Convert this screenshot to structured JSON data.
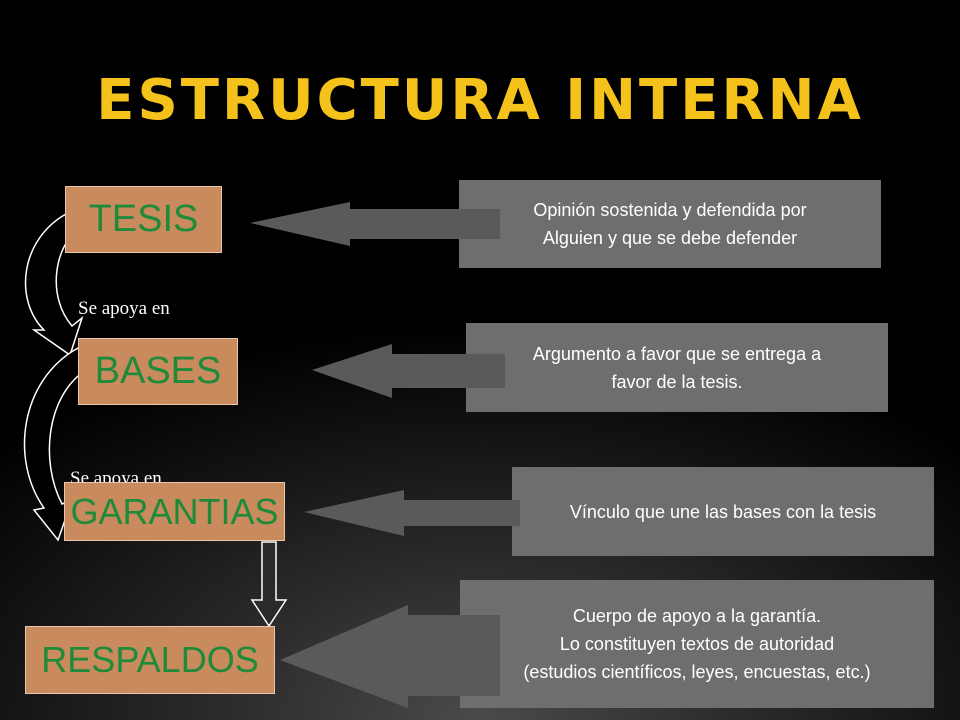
{
  "title": "ESTRUCTURA INTERNA",
  "concepts": [
    {
      "label": "TESIS"
    },
    {
      "label": "BASES"
    },
    {
      "label": "GARANTIAS"
    },
    {
      "label": "RESPALDOS"
    }
  ],
  "descriptions": [
    {
      "lines": [
        "Opinión sostenida y defendida por",
        "Alguien y que se debe defender"
      ]
    },
    {
      "lines": [
        "Argumento a favor que se entrega a",
        "favor de la tesis."
      ]
    },
    {
      "lines": [
        "Vínculo que une las bases con la tesis"
      ]
    },
    {
      "lines": [
        "Cuerpo  de apoyo a la garantía.",
        "Lo constituyen textos de autoridad",
        "(estudios científicos, leyes, encuestas, etc.)"
      ]
    }
  ],
  "connectors": [
    {
      "label": "Se apoya en"
    },
    {
      "label": "Se apoya en"
    }
  ],
  "colors": {
    "title": "#F5C21B",
    "concept_fill": "#C98A5E",
    "concept_text": "#1E8A3A",
    "description_fill": "#6E6E6E",
    "arrow_fill": "#5A5A5A"
  }
}
